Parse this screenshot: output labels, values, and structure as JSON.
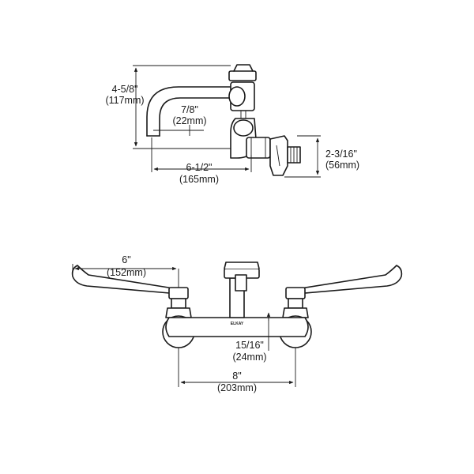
{
  "side_view": {
    "height": {
      "imperial": "4-5/8\"",
      "metric": "(117mm)"
    },
    "spout_offset": {
      "imperial": "7/8\"",
      "metric": "(22mm)"
    },
    "reach": {
      "imperial": "6-1/2\"",
      "metric": "(165mm)"
    },
    "inlet_height": {
      "imperial": "2-3/16\"",
      "metric": "(56mm)"
    }
  },
  "front_view": {
    "handle_length": {
      "imperial": "6\"",
      "metric": "(152mm)"
    },
    "body_depth": {
      "imperial": "15/16\"",
      "metric": "(24mm)"
    },
    "centers": {
      "imperial": "8\"",
      "metric": "(203mm)"
    },
    "logo_text": "ELKAY"
  },
  "colors": {
    "line": "#1a1a1a",
    "background": "#ffffff"
  }
}
